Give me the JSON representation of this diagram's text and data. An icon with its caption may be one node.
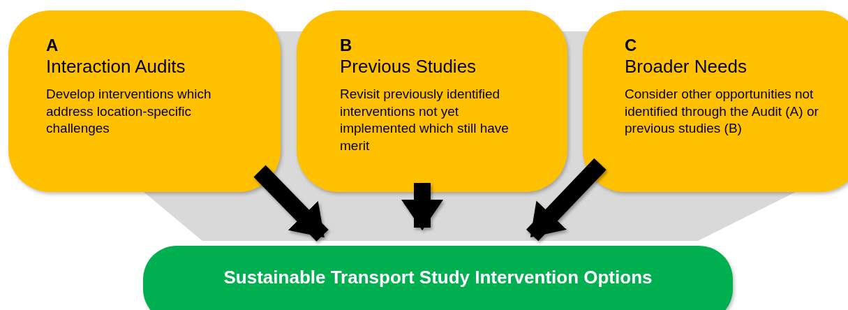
{
  "diagram": {
    "nodes": [
      {
        "text": [
          "A",
          "Interaction Audits",
          "Develop interventions which address location-specific challenges"
        ]
      },
      {
        "text": [
          "B",
          "Previous Studies",
          "Revisit previously identified interventions not yet implemented which still have merit"
        ]
      },
      {
        "text": [
          "C",
          "Broader Needs",
          "Consider other opportunities not identified through the Audit (A) or previous studies (B)"
        ]
      },
      {
        "text": [
          "Sustainable Transport Study Intervention Options"
        ]
      }
    ],
    "edges": [
      {
        "from": 0,
        "to": 3,
        "arrow": "to"
      },
      {
        "from": 1,
        "to": 3,
        "arrow": "to"
      },
      {
        "from": 2,
        "to": 3,
        "arrow": "to"
      }
    ]
  }
}
